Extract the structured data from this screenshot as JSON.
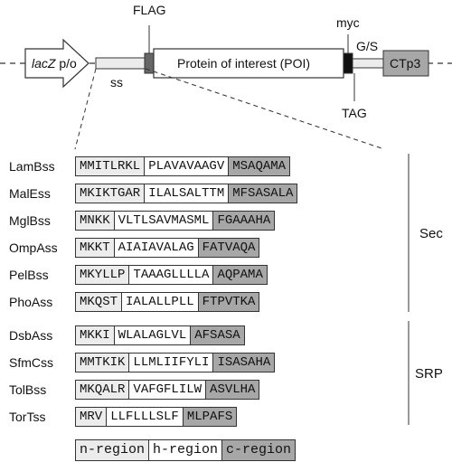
{
  "construct": {
    "promoter_label_italic": "lacZ",
    "promoter_label_rest": " p/o",
    "ss_label": "ss",
    "flag_label": "FLAG",
    "poi_label": "Protein of interest (POI)",
    "myc_label": "myc",
    "gs_label": "G/S",
    "ctp3_label": "CTp3",
    "tag_label": "TAG"
  },
  "groups": {
    "sec": "Sec",
    "srp": "SRP"
  },
  "sequences": [
    {
      "name": "LamBss",
      "n": "MMITLRKL",
      "h": "PLAVAVAAGV",
      "c": "MSAQAMA"
    },
    {
      "name": "MalEss",
      "n": "MKIKTGAR",
      "h": "ILALSALTTM",
      "c": "MFSASALA"
    },
    {
      "name": "MglBss",
      "n": "MNKK",
      "h": "VLTLSAVMASML",
      "c": "FGAAAHA"
    },
    {
      "name": "OmpAss",
      "n": "MKKT",
      "h": "AIAIAVALAG",
      "c": "FATVAQA"
    },
    {
      "name": "PelBss",
      "n": "MKYLLP",
      "h": "TAAAGLLLLA",
      "c": "AQPAMA"
    },
    {
      "name": "PhoAss",
      "n": "MKQST",
      "h": "IALALLPLL",
      "c": "FTPVTKA"
    },
    {
      "name": "DsbAss",
      "n": "MKKI",
      "h": "WLALAGLVL",
      "c": "AFSASA"
    },
    {
      "name": "SfmCss",
      "n": "MMTKIK",
      "h": "LLMLIIFYLI",
      "c": "ISASAHA"
    },
    {
      "name": "TolBss",
      "n": "MKQALR",
      "h": "VAFGFLILW",
      "c": "ASVLHA"
    },
    {
      "name": "TorTss",
      "n": "MRV",
      "h": "LLFLLLSLF",
      "c": "MLPAFS"
    }
  ],
  "legend": {
    "n": "n-region",
    "h": "h-region",
    "c": "c-region"
  },
  "colors": {
    "n_region": "#ececec",
    "h_region": "#ffffff",
    "c_region": "#a7a7a7",
    "lines": "#333333"
  }
}
